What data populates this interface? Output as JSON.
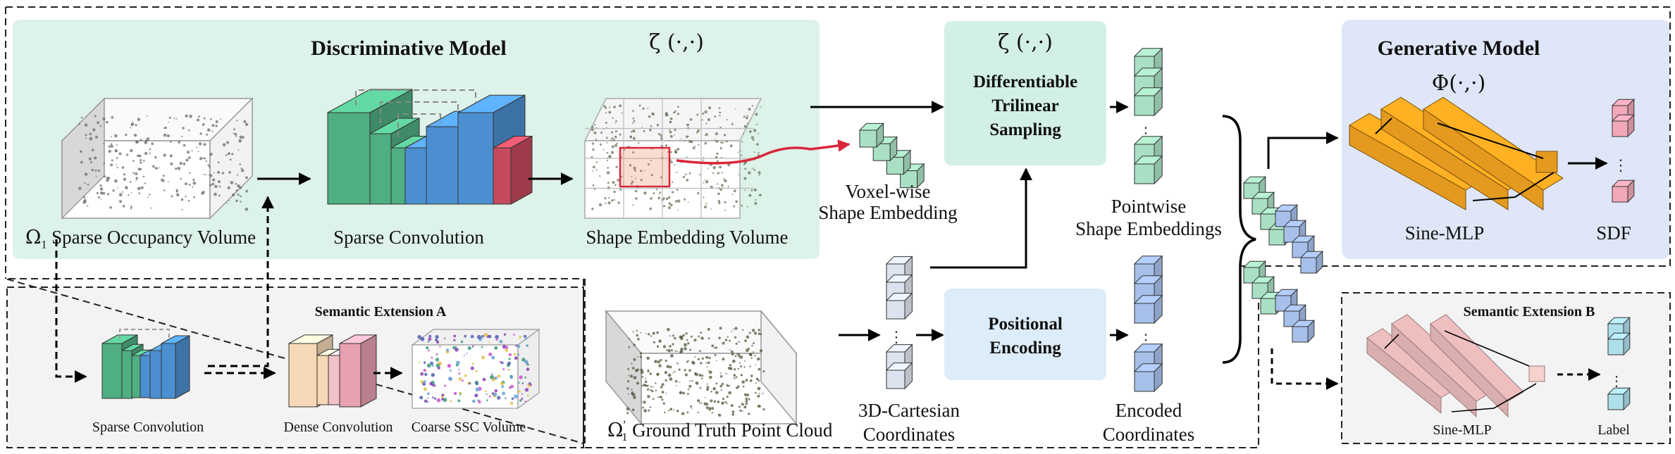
{
  "discriminative": {
    "title": "Discriminative Model",
    "zeta": "ζ (·,·)",
    "omega_symbol": "Ω",
    "omega_sub": "1",
    "sparse_occ_label": "Sparse Occupancy Volume",
    "sparse_conv_label": "Sparse Convolution",
    "shape_embed_label": "Shape Embedding Volume"
  },
  "voxel_embedding_label": [
    "Voxel-wise",
    "Shape Embedding"
  ],
  "trilinear": {
    "zeta": "ζ (·,·)",
    "title": [
      "Differentiable",
      "Trilinear",
      "Sampling"
    ]
  },
  "positional": {
    "title": [
      "Positional",
      "Encoding"
    ]
  },
  "pointwise_label": [
    "Pointwise",
    "Shape Embeddings"
  ],
  "encoded_label": [
    "Encoded",
    "Coordinates"
  ],
  "cartesian_label": [
    "3D-Cartesian",
    "Coordinates"
  ],
  "ground_truth": {
    "omega_symbol": "Ω",
    "omega_sub": "1",
    "omega_prime": "′",
    "label": "Ground Truth Point Cloud"
  },
  "generative": {
    "title": "Generative Model",
    "phi": "Φ(·,·)",
    "mlp_label": "Sine-MLP",
    "sdf_label": "SDF"
  },
  "semantic_a": {
    "title": "Semantic Extension A",
    "sparse_label": "Sparse Convolution",
    "dense_label": "Dense Convolution",
    "coarse_label": "Coarse SSC Volume"
  },
  "semantic_b": {
    "title": "Semantic Extension B",
    "mlp_label": "Sine-MLP",
    "label": "Label"
  },
  "colors": {
    "green_panel": "#ddf2e8",
    "blue_panel": "#dfe6f7",
    "teal_box": "#d3f0e4",
    "lightblue_box": "#dcecf8",
    "gray_box": "#f3f3f3",
    "green_block": "#4fae82",
    "blue_block": "#4c8fd0",
    "red_block": "#c54a5e",
    "orange": "#e39a1e",
    "pink_mlp": "#d9aeae",
    "emb_green": "#a9e0c3",
    "emb_blue": "#a7c0ea",
    "emb_gray": "#dde3ee",
    "label_cyan": "#aee0ec",
    "red_arrow": "#d9263a"
  }
}
